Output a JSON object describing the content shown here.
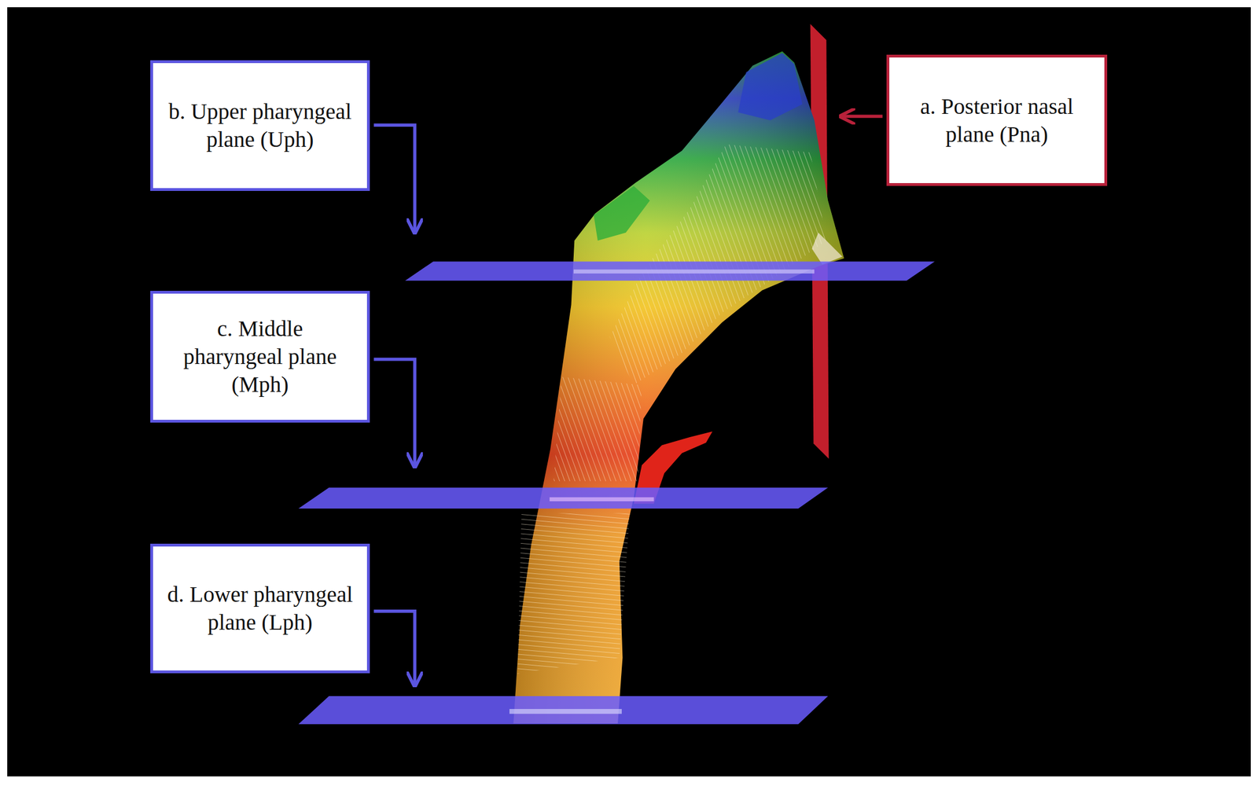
{
  "diagram": {
    "nodes": [
      {
        "text": [
          "a. Posterior nasal plane (Pna)"
        ]
      },
      {
        "text": [
          "b. Upper pharyngeal plane (Uph)"
        ]
      },
      {
        "text": [
          "c. Middle pharyngeal plane (Mph)"
        ]
      },
      {
        "text": [
          "d. Lower pharyngeal plane (Lph)"
        ]
      }
    ]
  }
}
